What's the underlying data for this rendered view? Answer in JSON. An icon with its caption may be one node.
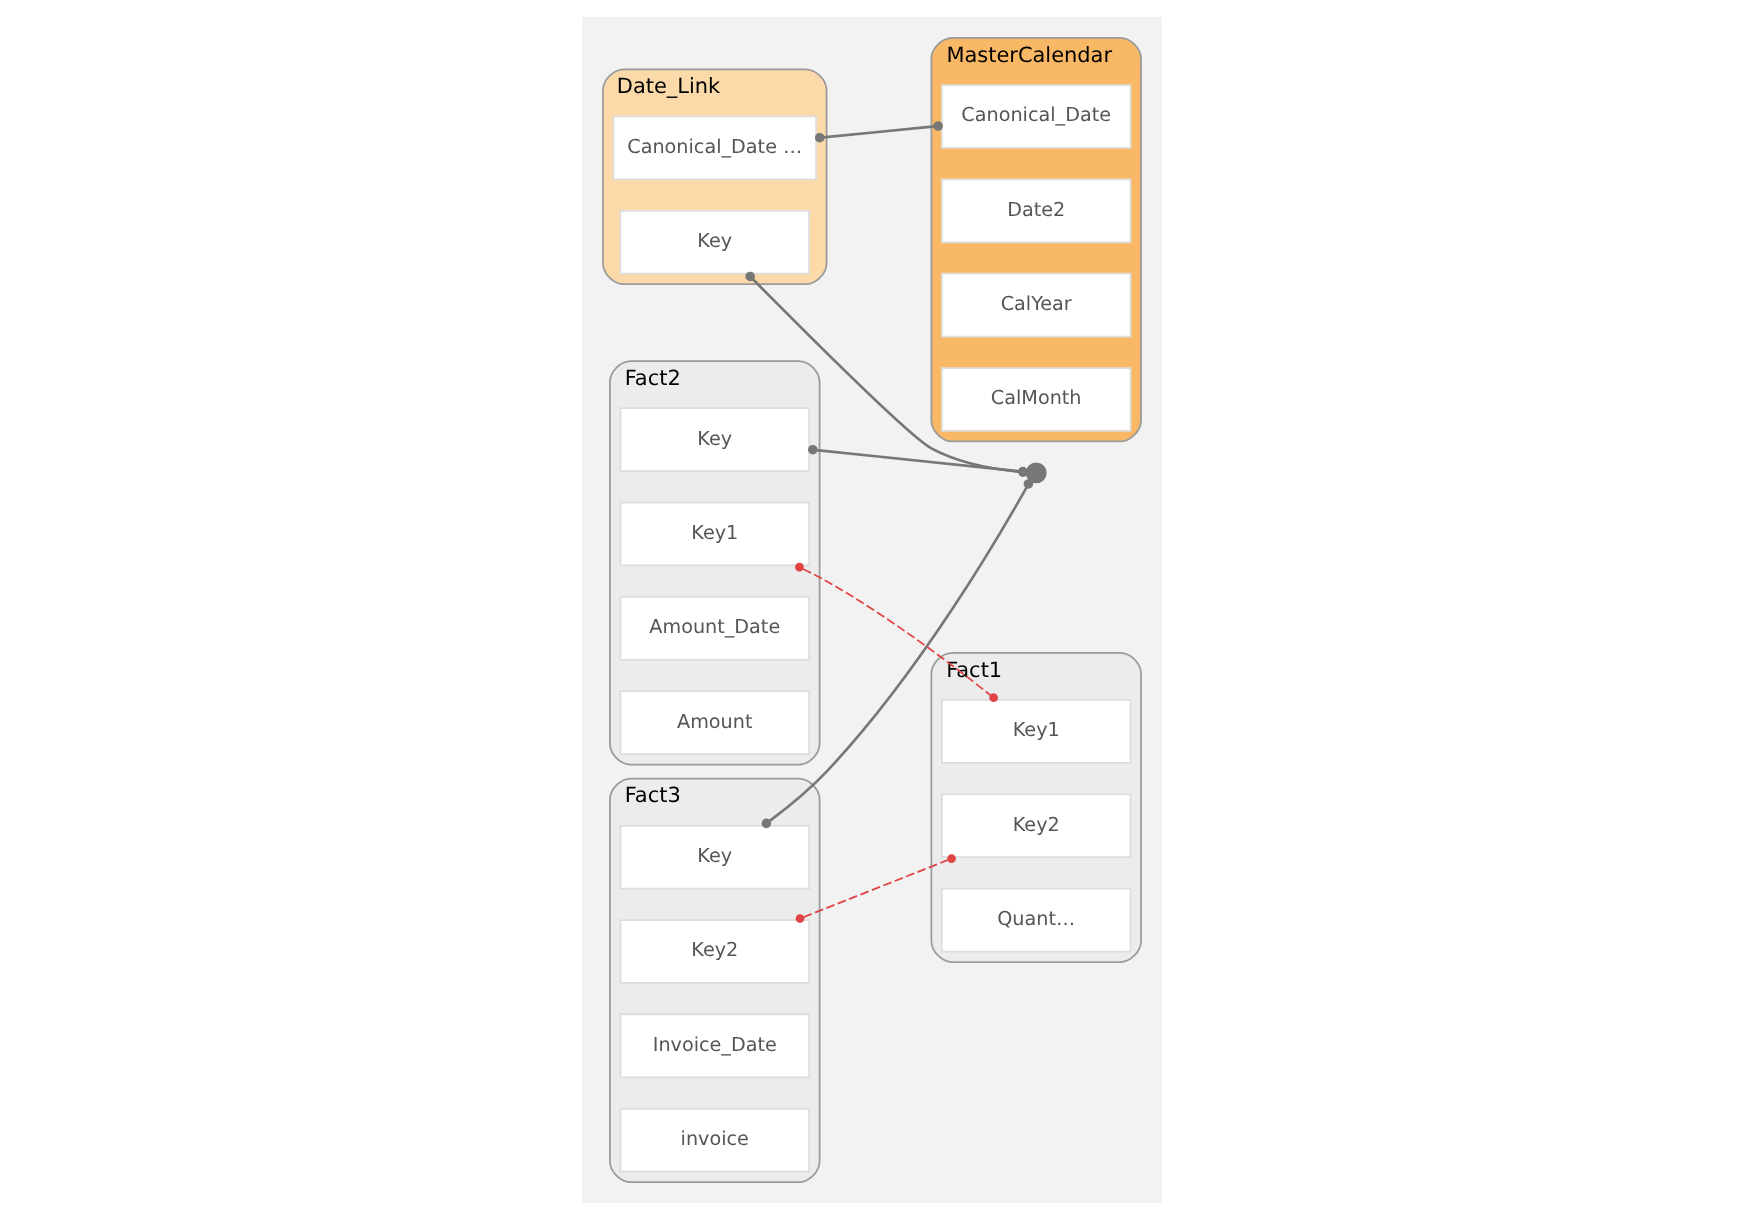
{
  "diagram": {
    "nodes": [
      {
        "text": [
          "Fact3"
        ]
      },
      {
        "text": [
          "Key"
        ],
        "in": 0
      },
      {
        "text": [
          "Key2"
        ],
        "in": 0
      },
      {
        "text": [
          "Invoice_Date"
        ],
        "in": 0
      },
      {
        "text": [
          "invoice"
        ],
        "in": 0
      },
      {
        "text": [
          "Date_Link"
        ]
      },
      {
        "text": [
          "Canonical_Date …"
        ],
        "in": 5
      },
      {
        "text": [
          "Key"
        ],
        "in": 5
      },
      {
        "text": [
          "MasterCalendar"
        ]
      },
      {
        "text": [
          "Canonical_Date"
        ],
        "in": 8
      },
      {
        "text": [
          "Date2"
        ],
        "in": 8
      },
      {
        "text": [
          "CalYear"
        ],
        "in": 8
      },
      {
        "text": [
          "CalMonth"
        ],
        "in": 8
      },
      {
        "text": [],
        "shape": "circle"
      },
      {
        "text": [
          "Fact1"
        ]
      },
      {
        "text": [
          "Key2"
        ],
        "in": 14
      },
      {
        "text": [
          "Key1"
        ],
        "in": 14
      },
      {
        "text": [
          "Quant…"
        ],
        "in": 14
      },
      {
        "text": [
          "Fact2"
        ]
      },
      {
        "text": [
          "Key"
        ],
        "in": 18
      },
      {
        "text": [
          "Key1"
        ],
        "in": 18
      },
      {
        "text": [
          "Amount_Date"
        ],
        "in": 18
      },
      {
        "text": [
          "Amount"
        ],
        "in": 18
      }
    ],
    "edges": [
      {
        "from": 1,
        "to": 13,
        "arrow": "other"
      },
      {
        "from": 7,
        "to": 13,
        "arrow": "other"
      },
      {
        "from": 19,
        "to": 13,
        "arrow": "other"
      },
      {
        "from": 6,
        "to": 9,
        "arrow": "other"
      },
      {
        "from": 2,
        "to": 15,
        "arrow": "other",
        "style": "dashed",
        "color": "#e04444"
      },
      {
        "from": 20,
        "to": 16,
        "arrow": "other",
        "style": "dashed",
        "color": "#e04444"
      }
    ]
  }
}
